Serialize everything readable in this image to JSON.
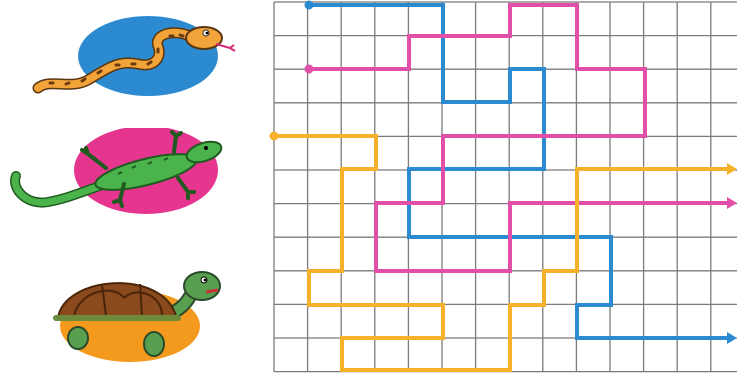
{
  "puzzle": {
    "type": "path-maze",
    "grid": {
      "columns": 14,
      "rows": 11
    },
    "animals": [
      {
        "name": "snake",
        "badge_color": "#2c8bd0",
        "path_color": "#2c8bd0",
        "icon": "snake-icon"
      },
      {
        "name": "lizard",
        "badge_color": "#e5358f",
        "path_color": "#e14fa8",
        "icon": "lizard-icon"
      },
      {
        "name": "tortoise",
        "badge_color": "#f39a1e",
        "path_color": "#f5b12a",
        "icon": "tortoise-icon"
      }
    ],
    "colors": {
      "grid_line": "#7b7b7b",
      "background": "#ffffff"
    }
  }
}
